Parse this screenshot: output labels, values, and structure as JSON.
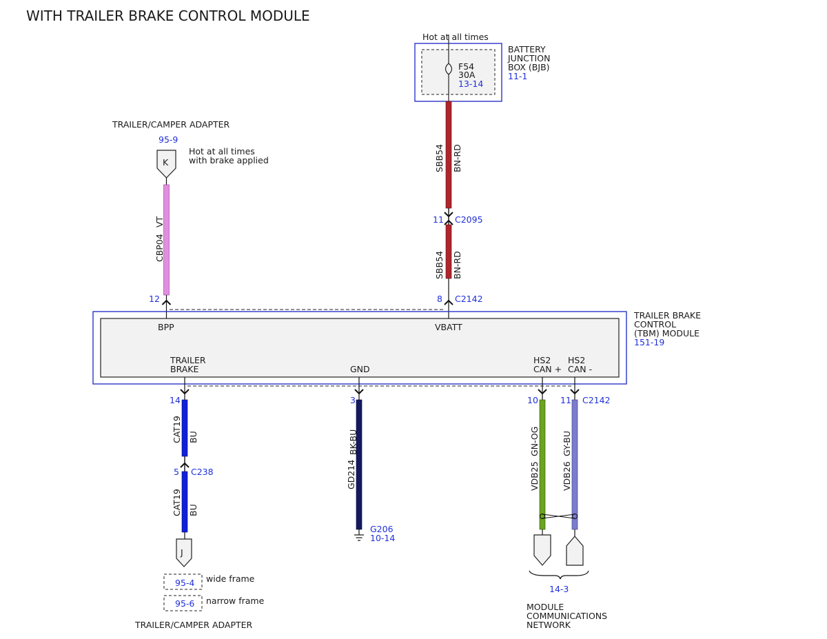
{
  "title": "WITH TRAILER BRAKE CONTROL MODULE",
  "colors": {
    "ref_blue": "#1f2fd8",
    "box_outline": "#2b34c9",
    "wire_bn_rd": "#b0252b",
    "wire_vt": "#e28ee0",
    "wire_bu": "#1020d8",
    "wire_bk_bu": "#141a60",
    "wire_gn_og": "#6aa420",
    "wire_gy_bu": "#7b7bd0",
    "connector_fill": "#f2f2f2"
  },
  "bjb": {
    "hot_label": "Hot at all times",
    "name": [
      "BATTERY",
      "JUNCTION",
      "BOX (BJB)"
    ],
    "ref": "11-1",
    "fuse_name": "F54",
    "fuse_rating": "30A",
    "fuse_ref": "13-14"
  },
  "trailer_adapter_top": {
    "name": "TRAILER/CAMPER ADAPTER",
    "ref": "95-9",
    "pin": "K",
    "note": [
      "Hot at all times",
      "with brake applied"
    ]
  },
  "wires": {
    "sbb54_upper": {
      "circuit": "SBB54",
      "color": "BN-RD"
    },
    "sbb54_lower": {
      "circuit": "SBB54",
      "color": "BN-RD"
    },
    "cbp04": {
      "circuit": "CBP04",
      "color": "VT"
    },
    "cat19_upper": {
      "circuit": "CAT19",
      "color": "BU"
    },
    "cat19_lower": {
      "circuit": "CAT19",
      "color": "BU"
    },
    "gd214": {
      "circuit": "GD214",
      "color": "BK-BU"
    },
    "vdb25": {
      "circuit": "VDB25",
      "color": "GN-OG"
    },
    "vdb26": {
      "circuit": "VDB26",
      "color": "GY-BU"
    }
  },
  "connectors": {
    "c2095": {
      "name": "C2095",
      "pin": "11"
    },
    "c2142_top": {
      "name": "C2142",
      "pin_bpp": "12",
      "pin_vbatt": "8"
    },
    "c2142_bottom": {
      "name": "C2142",
      "pin_trailer_brake": "14",
      "pin_gnd": "3",
      "pin_can_plus": "10",
      "pin_can_minus": "11"
    },
    "c238": {
      "name": "C238",
      "pin": "5"
    }
  },
  "module": {
    "name": [
      "TRAILER BRAKE",
      "CONTROL",
      "(TBM) MODULE"
    ],
    "ref": "151-19",
    "pins": {
      "bpp": "BPP",
      "vbatt": "VBATT",
      "trailer_brake": [
        "TRAILER",
        "BRAKE"
      ],
      "gnd": "GND",
      "can_plus": [
        "HS2",
        "CAN +"
      ],
      "can_minus": [
        "HS2",
        "CAN -"
      ]
    }
  },
  "ground": {
    "name": "G206",
    "ref": "10-14"
  },
  "trailer_adapter_bottom": {
    "pin": "J",
    "wide_ref": "95-4",
    "wide_label": "wide frame",
    "narrow_ref": "95-6",
    "narrow_label": "narrow frame",
    "name": "TRAILER/CAMPER ADAPTER"
  },
  "network": {
    "ref": "14-3",
    "name": [
      "MODULE",
      "COMMUNICATIONS",
      "NETWORK"
    ]
  }
}
